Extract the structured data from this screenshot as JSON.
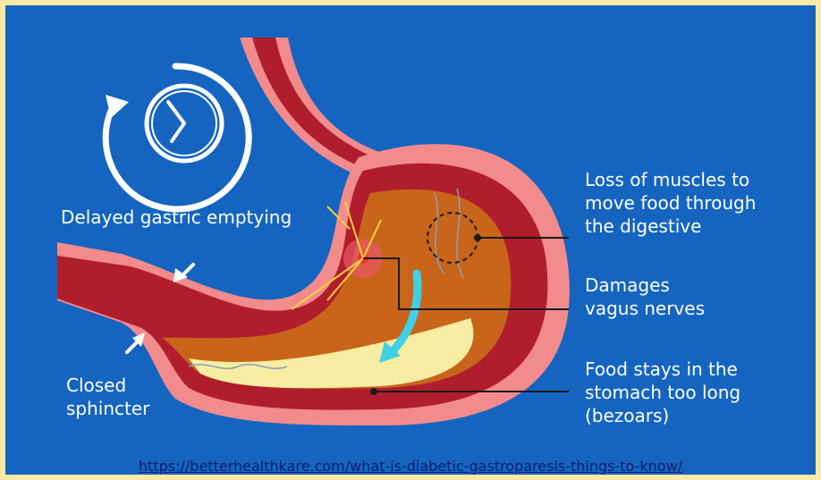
{
  "labels": {
    "delayed_emptying": "Delayed gastric emptying",
    "closed_sphincter_line1": "Closed",
    "closed_sphincter_line2": "sphincter",
    "muscle_loss_line1": "Loss of muscles to",
    "muscle_loss_line2": "move food through",
    "muscle_loss_line3": "the digestive",
    "vagus_line1": "Damages",
    "vagus_line2": "vagus nerves",
    "food_line1": "Food stays in the",
    "food_line2": "stomach too long",
    "food_line3": "(bezoars)"
  },
  "source_link": "https://betterhealthkare.com/what-is-diabetic-gastroparesis-things-to-know/",
  "icons": [
    "clock-icon",
    "refresh-arrow-icon",
    "pointer-arrow-icon"
  ],
  "colors": {
    "background": "#1565c0",
    "page_border": "#fde9a6",
    "stomach_outer": "#f28b8b",
    "stomach_wall": "#b01e2e",
    "stomach_lining": "#c8651a",
    "food": "#f7eda2",
    "arrow": "#3fd0e6",
    "nerve": "#f5d23a",
    "text": "#ffffff",
    "link": "#0b1d6e"
  }
}
